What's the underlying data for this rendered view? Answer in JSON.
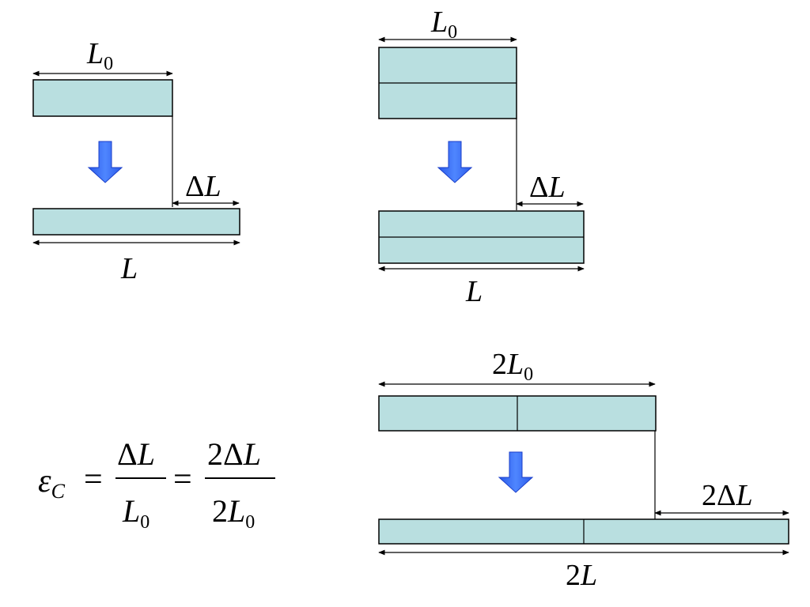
{
  "colors": {
    "bar_fill": "#b9dfe0",
    "arrow_fill": "#3a6ff5",
    "arrow_stroke": "#1a3ec9"
  },
  "symbols": {
    "L": "L",
    "sub0": "0",
    "Delta": "Δ",
    "two": "2",
    "epsilon": "ε",
    "subC": "C",
    "equals": "="
  }
}
